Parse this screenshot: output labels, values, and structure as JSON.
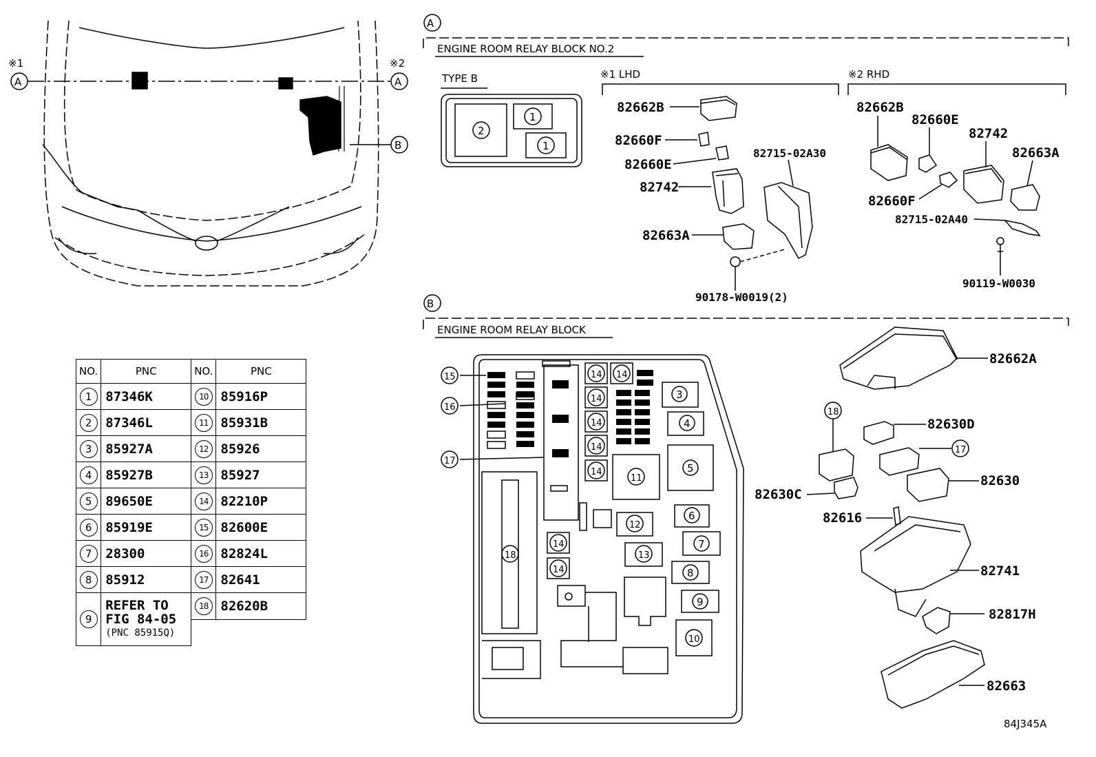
{
  "callouts": {
    "A": "A",
    "B": "B",
    "note1": "※1",
    "note2": "※2"
  },
  "section_a": {
    "title": "ENGINE ROOM RELAY BLOCK NO.2",
    "type_b": {
      "label": "TYPE B",
      "slots": [
        "2",
        "1",
        "1"
      ]
    },
    "lhd": {
      "label": "※1 LHD",
      "parts": [
        "82662B",
        "82660F",
        "82660E",
        "82742",
        "82663A",
        "82715-02A30",
        "90178-W0019(2)"
      ]
    },
    "rhd": {
      "label": "※2 RHD",
      "parts": [
        "82662B",
        "82660E",
        "82742",
        "82663A",
        "82660F",
        "82715-02A40",
        "90119-W0030"
      ]
    }
  },
  "section_b": {
    "title": "ENGINE ROOM RELAY BLOCK",
    "block_numbers": [
      "15",
      "16",
      "17",
      "18",
      "14",
      "3",
      "4",
      "5",
      "11",
      "12",
      "13",
      "6",
      "7",
      "8",
      "9",
      "10"
    ],
    "parts": [
      "82662A",
      "82630D",
      "82630",
      "82630C",
      "82616",
      "82741",
      "82817H",
      "82663"
    ],
    "part_refs": [
      "18",
      "17"
    ]
  },
  "pnc_table": {
    "headers": [
      "NO.",
      "PNC",
      "NO.",
      "PNC"
    ],
    "left": [
      {
        "no": "1",
        "pnc": "87346K"
      },
      {
        "no": "2",
        "pnc": "87346L"
      },
      {
        "no": "3",
        "pnc": "85927A"
      },
      {
        "no": "4",
        "pnc": "85927B"
      },
      {
        "no": "5",
        "pnc": "89650E"
      },
      {
        "no": "6",
        "pnc": "85919E"
      },
      {
        "no": "7",
        "pnc": "28300"
      },
      {
        "no": "8",
        "pnc": "85912"
      },
      {
        "no": "9",
        "pnc_lines": [
          "REFER TO",
          "FIG 84-05",
          "(PNC 85915Q)"
        ]
      }
    ],
    "right": [
      {
        "no": "10",
        "pnc": "85916P"
      },
      {
        "no": "11",
        "pnc": "85931B"
      },
      {
        "no": "12",
        "pnc": "85926"
      },
      {
        "no": "13",
        "pnc": "85927"
      },
      {
        "no": "14",
        "pnc": "82210P"
      },
      {
        "no": "15",
        "pnc": "82600E"
      },
      {
        "no": "16",
        "pnc": "82824L"
      },
      {
        "no": "17",
        "pnc": "82641"
      },
      {
        "no": "18",
        "pnc": "82620B"
      }
    ]
  },
  "figure_id": "84J345A"
}
